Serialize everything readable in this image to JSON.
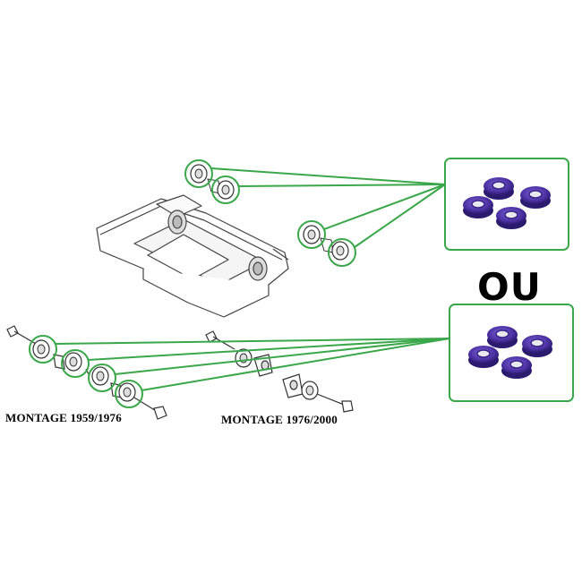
{
  "labels": {
    "montage_early": "MONTAGE 1959/1976",
    "montage_late": "MONTAGE 1976/2000",
    "or_text": "OU"
  },
  "colors": {
    "callout_green": "#3aa84a",
    "bush_purple": "#4a2fa0",
    "bush_purple_light": "#6b52c8",
    "line_gray": "#555555"
  },
  "icons": [
    "subframe-drawing",
    "bushing-set-photo",
    "bolt-assembly-drawing"
  ]
}
